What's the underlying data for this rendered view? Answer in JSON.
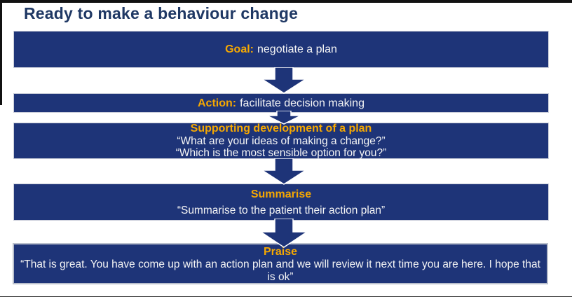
{
  "slide": {
    "title": "Ready to make a behaviour change",
    "colors": {
      "box_blue": "#1E3478",
      "heading_gold": "#F5A802",
      "title_navy": "#1F3864",
      "body_text": "#FFFFFF",
      "praise_border": "#B9BFCC"
    },
    "boxes": [
      {
        "id": "goal",
        "heading": "Goal:",
        "text": "negotiate a plan"
      },
      {
        "id": "action",
        "heading": "Action:",
        "text": "facilitate decision making"
      },
      {
        "id": "supporting",
        "heading": "Supporting  development of a plan",
        "line1": "“What are your ideas of making a change?”",
        "line2": "“Which is the most sensible option for you?”"
      },
      {
        "id": "summarise",
        "heading": "Summarise",
        "line1": "“Summarise to the patient their action plan”"
      },
      {
        "id": "praise",
        "heading": "Praise",
        "line1": "“That is great. You have come up with an action plan and we will review it next time you are here. I hope that is ok”"
      }
    ],
    "icons": {
      "arrow": "down-block-arrow"
    }
  }
}
